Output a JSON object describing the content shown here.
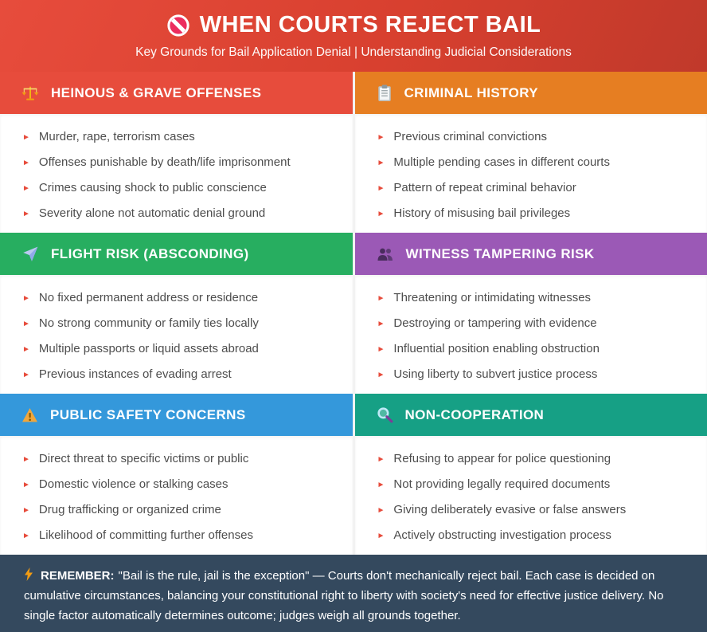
{
  "header": {
    "title": "WHEN COURTS REJECT BAIL",
    "subtitle": "Key Grounds for Bail Application Denial | Understanding Judicial Considerations",
    "icon": "no-entry-icon"
  },
  "sections": [
    {
      "title": "HEINOUS & GRAVE OFFENSES",
      "icon": "scales-icon",
      "color": "#e74c3c",
      "items": [
        "Murder, rape, terrorism cases",
        "Offenses punishable by death/life imprisonment",
        "Crimes causing shock to public conscience",
        "Severity alone not automatic denial ground"
      ]
    },
    {
      "title": "CRIMINAL HISTORY",
      "icon": "clipboard-icon",
      "color": "#e67e22",
      "items": [
        "Previous criminal convictions",
        "Multiple pending cases in different courts",
        "Pattern of repeat criminal behavior",
        "History of misusing bail privileges"
      ]
    },
    {
      "title": "FLIGHT RISK (ABSCONDING)",
      "icon": "airplane-icon",
      "color": "#27ae60",
      "items": [
        "No fixed permanent address or residence",
        "No strong community or family ties locally",
        "Multiple passports or liquid assets abroad",
        "Previous instances of evading arrest"
      ]
    },
    {
      "title": "WITNESS TAMPERING RISK",
      "icon": "people-icon",
      "color": "#9b59b6",
      "items": [
        "Threatening or intimidating witnesses",
        "Destroying or tampering with evidence",
        "Influential position enabling obstruction",
        "Using liberty to subvert justice process"
      ]
    },
    {
      "title": "PUBLIC SAFETY CONCERNS",
      "icon": "warning-icon",
      "color": "#3498db",
      "items": [
        "Direct threat to specific victims or public",
        "Domestic violence or stalking cases",
        "Drug trafficking or organized crime",
        "Likelihood of committing further offenses"
      ]
    },
    {
      "title": "NON-COOPERATION",
      "icon": "magnifier-icon",
      "color": "#16a085",
      "items": [
        "Refusing to appear for police questioning",
        "Not providing legally required documents",
        "Giving deliberately evasive or false answers",
        "Actively obstructing investigation process"
      ]
    }
  ],
  "footer": {
    "icon": "lightning-icon",
    "label": "REMEMBER:",
    "text": "\"Bail is the rule, jail is the exception\" — Courts don't mechanically reject bail. Each case is decided on cumulative circumstances, balancing your constitutional right to liberty with society's need for effective justice delivery. No single factor automatically determines outcome; judges weigh all grounds together.",
    "background": "#34495e"
  },
  "colors": {
    "banner_gradient_start": "#e74c3c",
    "banner_gradient_end": "#c0392b",
    "bullet": "#e74c3c",
    "body_text": "#4d4d4d"
  }
}
